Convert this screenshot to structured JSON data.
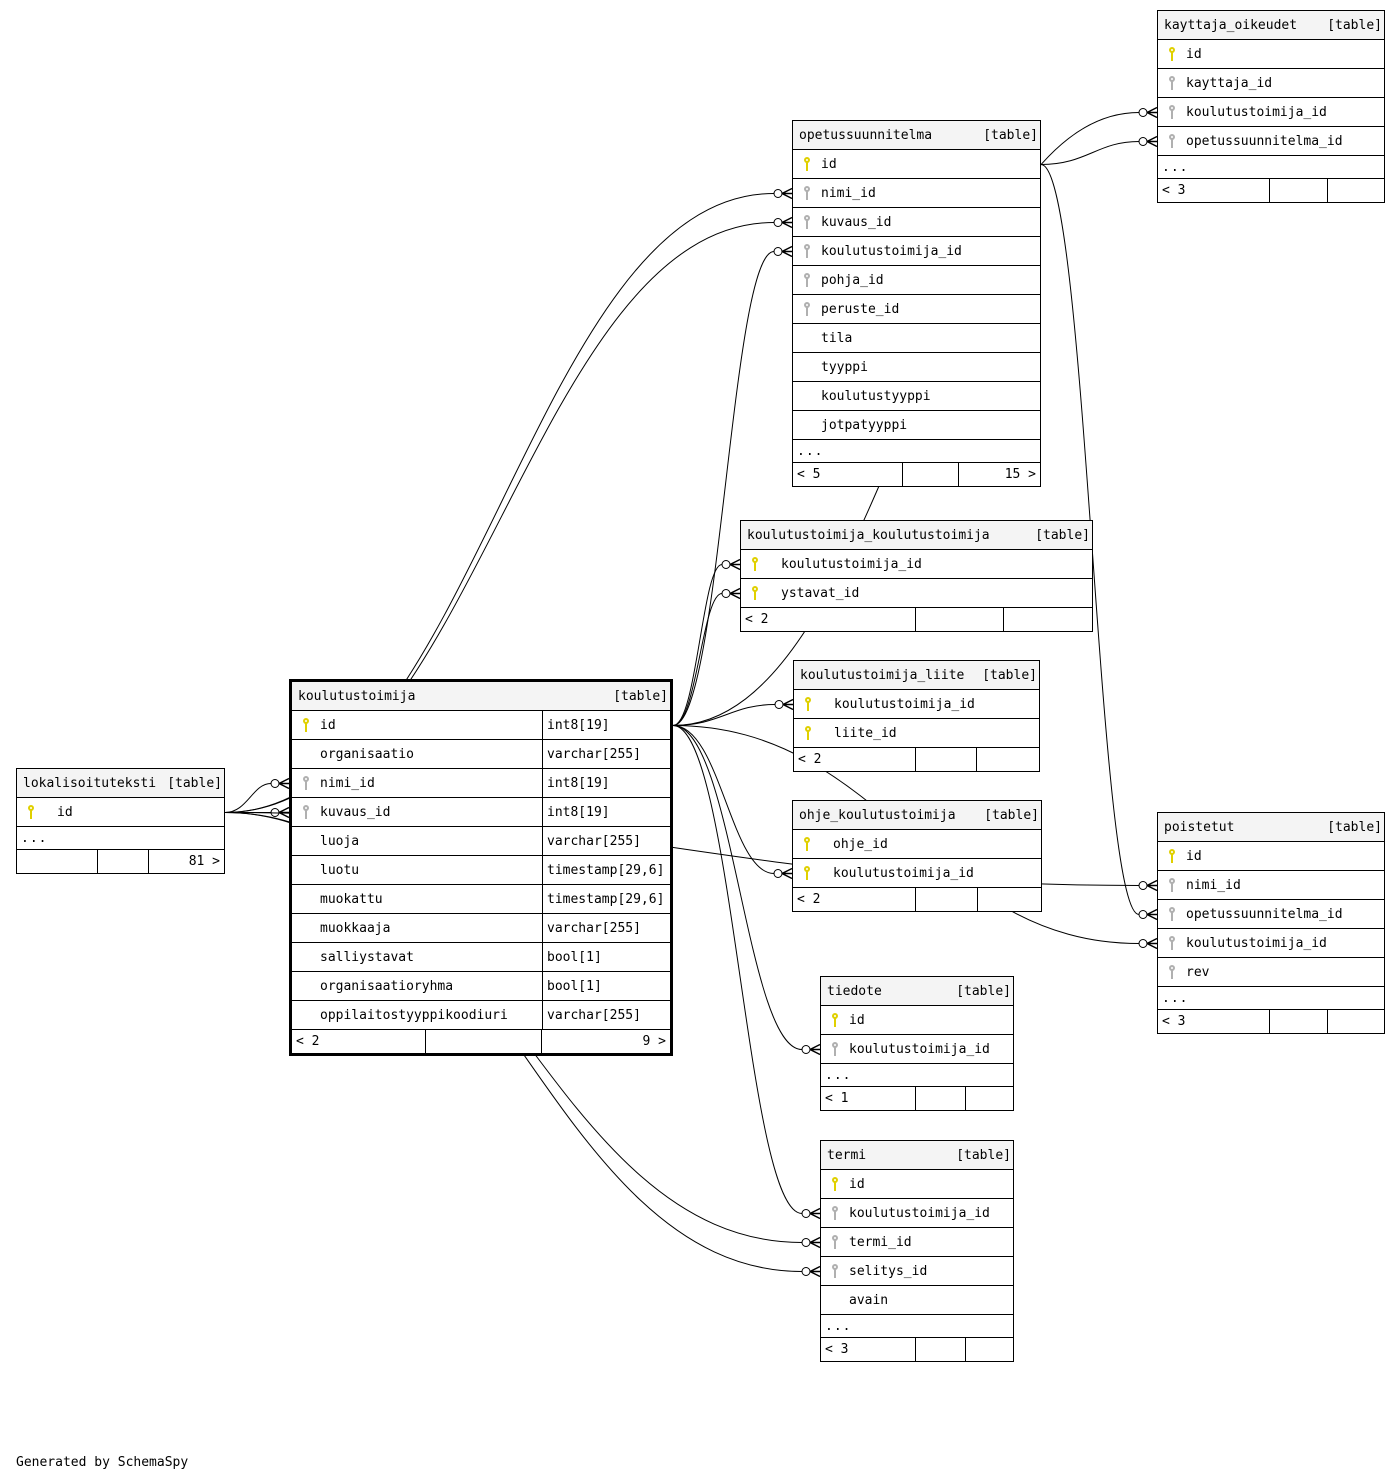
{
  "footer": "Generated by SchemaSpy",
  "key_colors": {
    "primary": "#e0d000",
    "foreign": "#b0b0b0"
  },
  "tables": {
    "kayttaja_oikeudet": {
      "name": "kayttaja_oikeudet",
      "kind": "[table]",
      "columns": [
        {
          "name": "id",
          "key": "primary"
        },
        {
          "name": "kayttaja_id",
          "key": "foreign"
        },
        {
          "name": "koulutustoimija_id",
          "key": "foreign"
        },
        {
          "name": "opetussuunnitelma_id",
          "key": "foreign"
        }
      ],
      "more": "...",
      "footer": {
        "left": "< 3",
        "mid": "",
        "right": ""
      }
    },
    "opetussuunnitelma": {
      "name": "opetussuunnitelma",
      "kind": "[table]",
      "columns": [
        {
          "name": "id",
          "key": "primary"
        },
        {
          "name": "nimi_id",
          "key": "foreign"
        },
        {
          "name": "kuvaus_id",
          "key": "foreign"
        },
        {
          "name": "koulutustoimija_id",
          "key": "foreign"
        },
        {
          "name": "pohja_id",
          "key": "foreign"
        },
        {
          "name": "peruste_id",
          "key": "foreign"
        },
        {
          "name": "tila",
          "key": ""
        },
        {
          "name": "tyyppi",
          "key": ""
        },
        {
          "name": "koulutustyyppi",
          "key": ""
        },
        {
          "name": "jotpatyyppi",
          "key": ""
        }
      ],
      "more": "...",
      "footer": {
        "left": "< 5",
        "mid": "",
        "right": "15 >"
      }
    },
    "koulutustoimija_koulutustoimija": {
      "name": "koulutustoimija_koulutustoimija",
      "kind": "[table]",
      "columns": [
        {
          "name": "koulutustoimija_id",
          "key": "primary"
        },
        {
          "name": "ystavat_id",
          "key": "primary"
        }
      ],
      "footer": {
        "left": "< 2",
        "mid": "",
        "right": ""
      }
    },
    "koulutustoimija_liite": {
      "name": "koulutustoimija_liite",
      "kind": "[table]",
      "columns": [
        {
          "name": "koulutustoimija_id",
          "key": "primary"
        },
        {
          "name": "liite_id",
          "key": "primary"
        }
      ],
      "footer": {
        "left": "< 2",
        "mid": "",
        "right": ""
      }
    },
    "ohje_koulutustoimija": {
      "name": "ohje_koulutustoimija",
      "kind": "[table]",
      "columns": [
        {
          "name": "ohje_id",
          "key": "primary"
        },
        {
          "name": "koulutustoimija_id",
          "key": "primary"
        }
      ],
      "footer": {
        "left": "< 2",
        "mid": "",
        "right": ""
      }
    },
    "koulutustoimija": {
      "name": "koulutustoimija",
      "kind": "[table]",
      "columns": [
        {
          "name": "id",
          "key": "primary",
          "type": "int8[19]"
        },
        {
          "name": "organisaatio",
          "key": "",
          "type": "varchar[255]"
        },
        {
          "name": "nimi_id",
          "key": "foreign",
          "type": "int8[19]"
        },
        {
          "name": "kuvaus_id",
          "key": "foreign",
          "type": "int8[19]"
        },
        {
          "name": "luoja",
          "key": "",
          "type": "varchar[255]"
        },
        {
          "name": "luotu",
          "key": "",
          "type": "timestamp[29,6]"
        },
        {
          "name": "muokattu",
          "key": "",
          "type": "timestamp[29,6]"
        },
        {
          "name": "muokkaaja",
          "key": "",
          "type": "varchar[255]"
        },
        {
          "name": "salliystavat",
          "key": "",
          "type": "bool[1]"
        },
        {
          "name": "organisaatioryhma",
          "key": "",
          "type": "bool[1]"
        },
        {
          "name": "oppilaitostyyppikoodiuri",
          "key": "",
          "type": "varchar[255]"
        }
      ],
      "footer": {
        "left": "< 2",
        "mid": "",
        "right": "9 >"
      }
    },
    "lokalisoituteksti": {
      "name": "lokalisoituteksti",
      "kind": "[table]",
      "columns": [
        {
          "name": "id",
          "key": "primary"
        }
      ],
      "more": "...",
      "footer": {
        "left": "",
        "mid": "",
        "right": "81 >"
      }
    },
    "poistetut": {
      "name": "poistetut",
      "kind": "[table]",
      "columns": [
        {
          "name": "id",
          "key": "primary"
        },
        {
          "name": "nimi_id",
          "key": "foreign"
        },
        {
          "name": "opetussuunnitelma_id",
          "key": "foreign"
        },
        {
          "name": "koulutustoimija_id",
          "key": "foreign"
        },
        {
          "name": "rev",
          "key": "foreign"
        }
      ],
      "more": "...",
      "footer": {
        "left": "< 3",
        "mid": "",
        "right": ""
      }
    },
    "tiedote": {
      "name": "tiedote",
      "kind": "[table]",
      "columns": [
        {
          "name": "id",
          "key": "primary"
        },
        {
          "name": "koulutustoimija_id",
          "key": "foreign"
        }
      ],
      "more": "...",
      "footer": {
        "left": "< 1",
        "mid": "",
        "right": ""
      }
    },
    "termi": {
      "name": "termi",
      "kind": "[table]",
      "columns": [
        {
          "name": "id",
          "key": "primary"
        },
        {
          "name": "koulutustoimija_id",
          "key": "foreign"
        },
        {
          "name": "termi_id",
          "key": "foreign"
        },
        {
          "name": "selitys_id",
          "key": "foreign"
        },
        {
          "name": "avain",
          "key": ""
        }
      ],
      "more": "...",
      "footer": {
        "left": "< 3",
        "mid": "",
        "right": ""
      }
    }
  },
  "relationships": [
    {
      "from": "kayttaja_oikeudet.koulutustoimija_id",
      "to": "koulutustoimija.id"
    },
    {
      "from": "kayttaja_oikeudet.opetussuunnitelma_id",
      "to": "opetussuunnitelma.id"
    },
    {
      "from": "opetussuunnitelma.nimi_id",
      "to": "lokalisoituteksti.id"
    },
    {
      "from": "opetussuunnitelma.kuvaus_id",
      "to": "lokalisoituteksti.id"
    },
    {
      "from": "opetussuunnitelma.koulutustoimija_id",
      "to": "koulutustoimija.id"
    },
    {
      "from": "koulutustoimija_koulutustoimija.koulutustoimija_id",
      "to": "koulutustoimija.id"
    },
    {
      "from": "koulutustoimija_koulutustoimija.ystavat_id",
      "to": "koulutustoimija.id"
    },
    {
      "from": "koulutustoimija_liite.koulutustoimija_id",
      "to": "koulutustoimija.id"
    },
    {
      "from": "ohje_koulutustoimija.koulutustoimija_id",
      "to": "koulutustoimija.id"
    },
    {
      "from": "koulutustoimija.nimi_id",
      "to": "lokalisoituteksti.id"
    },
    {
      "from": "koulutustoimija.kuvaus_id",
      "to": "lokalisoituteksti.id"
    },
    {
      "from": "poistetut.nimi_id",
      "to": "lokalisoituteksti.id"
    },
    {
      "from": "poistetut.opetussuunnitelma_id",
      "to": "opetussuunnitelma.id"
    },
    {
      "from": "poistetut.koulutustoimija_id",
      "to": "koulutustoimija.id"
    },
    {
      "from": "tiedote.koulutustoimija_id",
      "to": "koulutustoimija.id"
    },
    {
      "from": "termi.koulutustoimija_id",
      "to": "koulutustoimija.id"
    },
    {
      "from": "termi.termi_id",
      "to": "lokalisoituteksti.id"
    },
    {
      "from": "termi.selitys_id",
      "to": "lokalisoituteksti.id"
    }
  ]
}
